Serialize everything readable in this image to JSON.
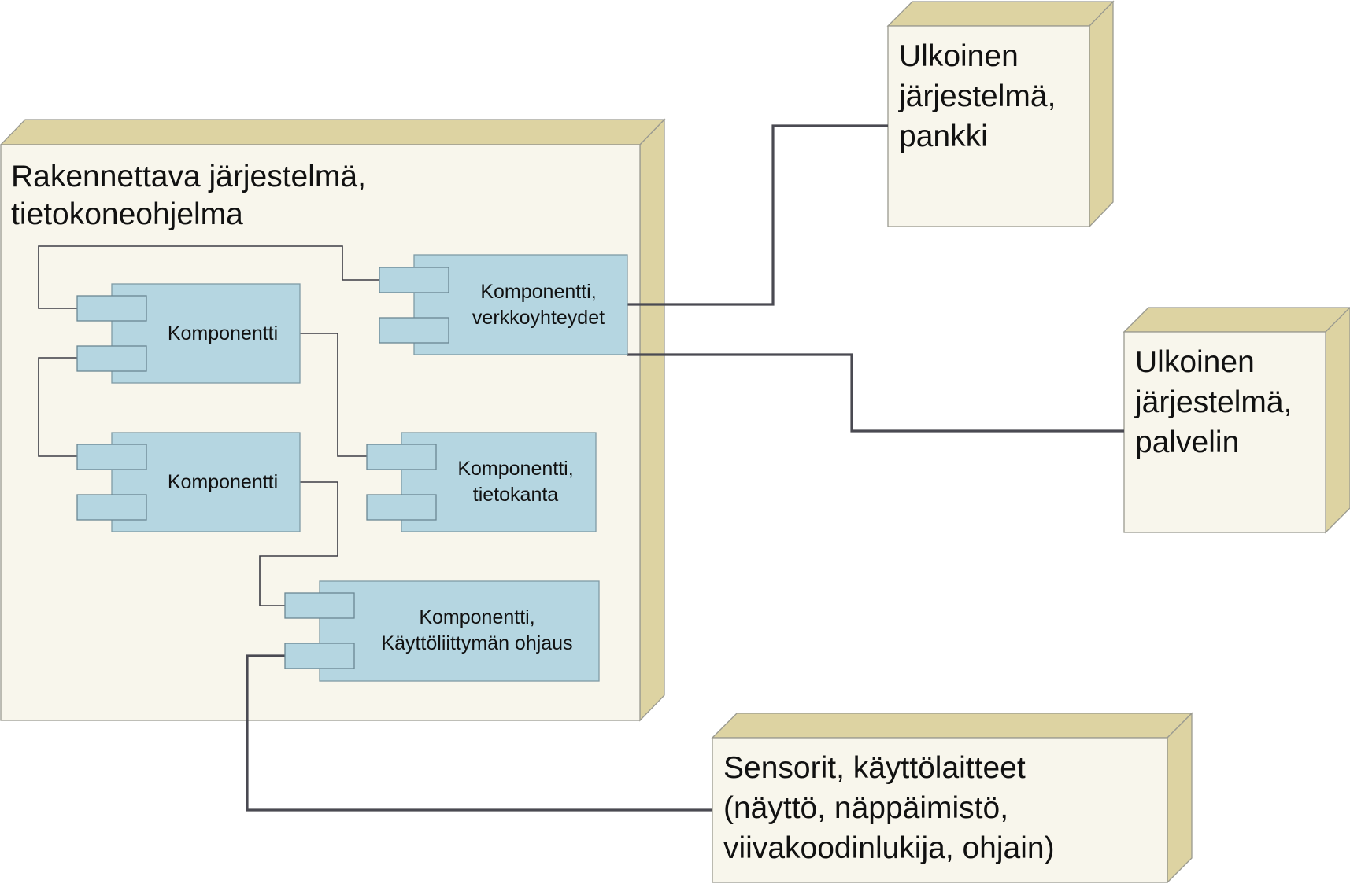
{
  "nodes": {
    "system": {
      "line1": "Rakennettava järjestelmä,",
      "line2": "tietokoneohjelma"
    },
    "bank": {
      "line1": "Ulkoinen",
      "line2": "järjestelmä,",
      "line3": "pankki"
    },
    "server": {
      "line1": "Ulkoinen",
      "line2": "järjestelmä,",
      "line3": "palvelin"
    },
    "devices": {
      "line1": "Sensorit, käyttölaitteet",
      "line2": "(näyttö, näppäimistö,",
      "line3": "viivakoodinlukija, ohjain)"
    }
  },
  "components": {
    "comp1": {
      "line1": "Komponentti"
    },
    "comp2": {
      "line1": "Komponentti"
    },
    "network": {
      "line1": "Komponentti,",
      "line2": "verkkoyhteydet"
    },
    "database": {
      "line1": "Komponentti,",
      "line2": "tietokanta"
    },
    "ui": {
      "line1": "Komponentti,",
      "line2": "Käyttöliittymän ohjaus"
    }
  },
  "colors": {
    "node_fill": "#f8f6ec",
    "node_side": "#ddd3a2",
    "component_fill": "#b5d6e1",
    "connector": "#4a4a52"
  }
}
